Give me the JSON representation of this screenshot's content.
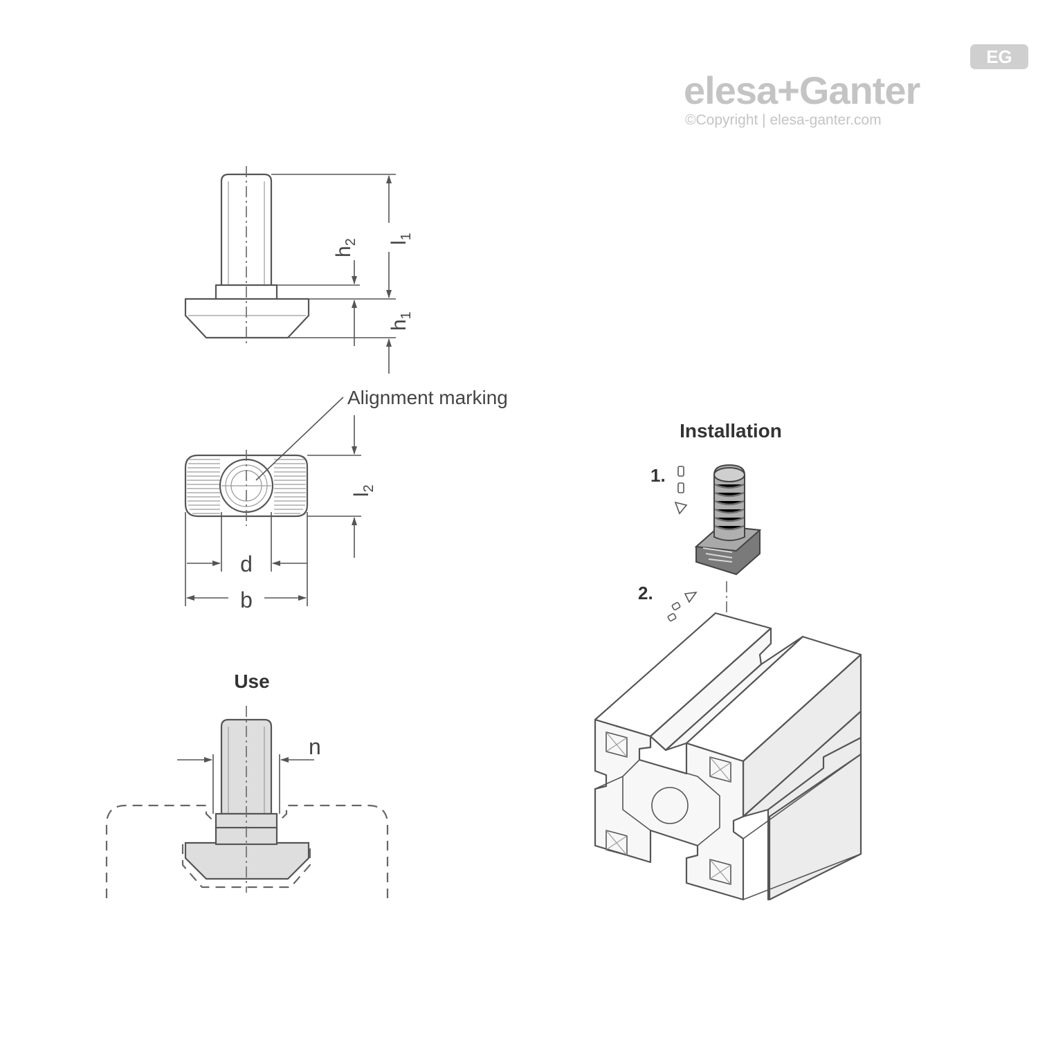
{
  "logo": {
    "badge": "EG",
    "brand": "elesa+Ganter",
    "copyright": "©Copyright | elesa-ganter.com"
  },
  "dimensions": {
    "h2": "h2",
    "l1": "l1",
    "h1": "h1",
    "l2": "l2",
    "d": "d",
    "b": "b",
    "n": "n"
  },
  "labels": {
    "alignment_marking": "Alignment marking",
    "use_title": "Use",
    "installation_title": "Installation",
    "step1": "1.",
    "step2": "2."
  },
  "colors": {
    "logo_gray": "#c4c4c4",
    "line": "#555555",
    "fill_gray": "#dedede"
  }
}
